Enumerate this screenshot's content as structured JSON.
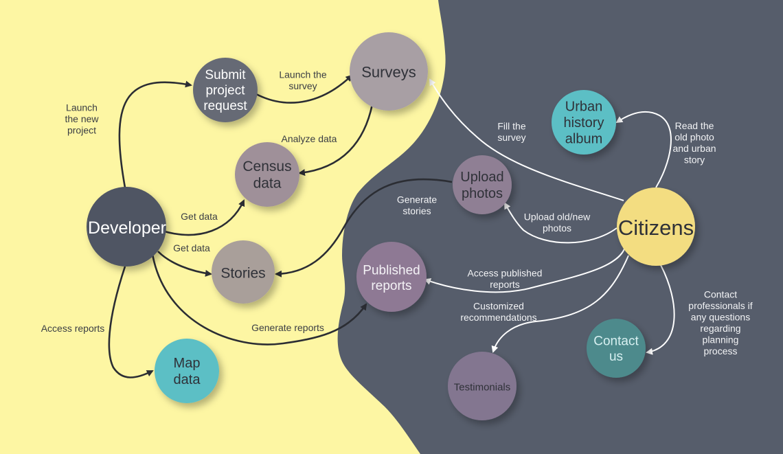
{
  "colors": {
    "left_background": "#fdf6a3",
    "right_background": "#565d6b",
    "developer": "#4f5563",
    "submit": "#666a75",
    "surveys": "#a89fa4",
    "census": "#9f9099",
    "stories": "#a99f9a",
    "map": "#5bbfc5",
    "upload": "#8f7f94",
    "published": "#8e7994",
    "urban": "#5bbfc5",
    "citizens": "#f3dd81",
    "testimonials": "#837690",
    "contact": "#4d8a8c",
    "dark_edge": "#2b2d33",
    "light_edge": "#ffffff"
  },
  "nodes": {
    "developer": [
      "Developer"
    ],
    "submit": [
      "Submit",
      "project",
      "request"
    ],
    "surveys": [
      "Surveys"
    ],
    "census": [
      "Census",
      "data"
    ],
    "stories": [
      "Stories"
    ],
    "map": [
      "Map",
      "data"
    ],
    "upload": [
      "Upload",
      "photos"
    ],
    "published": [
      "Published",
      "reports"
    ],
    "urban": [
      "Urban",
      "history",
      "album"
    ],
    "citizens": [
      "Citizens"
    ],
    "testimonials": [
      "Testimonials"
    ],
    "contact": [
      "Contact",
      "us"
    ]
  },
  "edges": {
    "launch_project": [
      "Launch",
      "the new",
      "project"
    ],
    "launch_survey": [
      "Launch the",
      "survey"
    ],
    "analyze": [
      "Analyze data"
    ],
    "get_data_census": [
      "Get data"
    ],
    "get_data_stories": [
      "Get data"
    ],
    "access_reports": [
      "Access reports"
    ],
    "generate_reports": [
      "Generate reports"
    ],
    "generate_stories": [
      "Generate",
      "stories"
    ],
    "fill_survey": [
      "Fill the",
      "survey"
    ],
    "read_photo": [
      "Read the",
      "old photo",
      "and urban",
      "story"
    ],
    "upload_old_new": [
      "Upload old/new",
      "photos"
    ],
    "access_published": [
      "Access published",
      "reports"
    ],
    "customized": [
      "Customized",
      "recommendations"
    ],
    "contact_professionals": [
      "Contact",
      "professionals if",
      "any questions",
      "regarding",
      "planning",
      "process"
    ]
  }
}
